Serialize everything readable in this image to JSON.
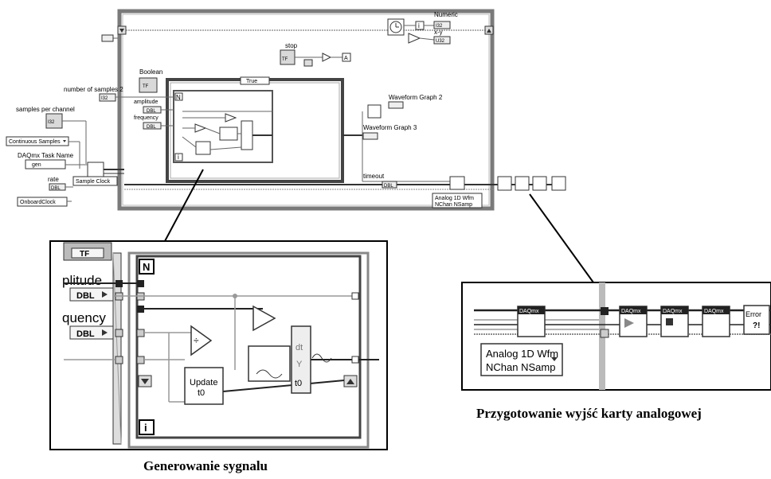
{
  "main": {
    "labels": {
      "numeric": "Numeric",
      "xy": "x-y",
      "stop": "stop",
      "boolean": "Boolean",
      "case_selector": "True",
      "number_of_samples": "number of samples 2",
      "samples_per_channel": "samples per channel",
      "amplitude": "amplitude",
      "frequency": "frequency",
      "continuous_samples": "Continuous Samples",
      "task_name": "DAQmx Task Name",
      "task_value": "gen",
      "rate": "rate",
      "sample_clock": "Sample Clock",
      "onboard_clock": "OnboardClock",
      "waveform_graph_2": "Waveform Graph 2",
      "waveform_graph_3": "Waveform Graph 3",
      "timeout": "timeout",
      "analog_line1": "Analog 1D Wfm",
      "analog_line2": "NChan NSamp"
    },
    "terminals": {
      "i32": "I32",
      "u32": "U32",
      "dbl": "DBL",
      "tf": "TF",
      "i": "i",
      "n": "N"
    }
  },
  "zoom_left": {
    "labels": {
      "amplitude": "plitude",
      "frequency": "quency",
      "dbl": "DBL",
      "tf": "TF",
      "update_line1": "Update",
      "update_line2": "t0",
      "n": "N",
      "i": "i",
      "wf_dt": "dt",
      "wf_y": "Y",
      "wf_t0": "t0"
    }
  },
  "zoom_right": {
    "labels": {
      "daqmx": "DAQmx",
      "analog_line1": "Analog 1D Wfm",
      "analog_line2": "NChan NSamp",
      "error": "Error"
    }
  },
  "captions": {
    "left": "Generowanie sygnalu",
    "right": "Przygotowanie wyjść karty analogowej"
  },
  "colors": {
    "frame_gray": "#8a8a8a",
    "dark": "#222222",
    "wire_orange": "#666666"
  }
}
